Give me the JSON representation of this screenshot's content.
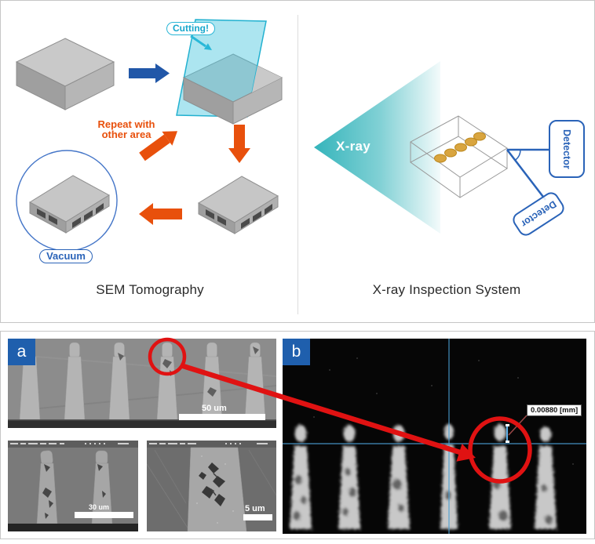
{
  "figure": {
    "left": {
      "caption": "SEM Tomography",
      "cutting_label": "Cutting!",
      "repeat_line1": "Repeat with",
      "repeat_line2": "other area",
      "vacuum_label": "Vacuum"
    },
    "right": {
      "caption": "X-ray Inspection System",
      "beam_label": "X-ray",
      "detector_top": "Detector",
      "detector_bottom": "Detector"
    }
  },
  "panels": {
    "a": {
      "label": "a",
      "scale_main": "50 um",
      "scale_bottom_left": "30 um",
      "scale_bottom_right": "5 um"
    },
    "b": {
      "label": "b",
      "measurement": "0.00880 [mm]"
    }
  },
  "colors": {
    "blue_arrow": "#2157a8",
    "orange_arrow": "#e8500c",
    "cyan_accent": "#29b8d8",
    "teal_beam": "#2eb2b9",
    "link_blue": "#2a63b8",
    "panel_label_blue": "#1f5fad",
    "highlight_red": "#e01212",
    "gray_slab_top": "#c9c9c9"
  }
}
